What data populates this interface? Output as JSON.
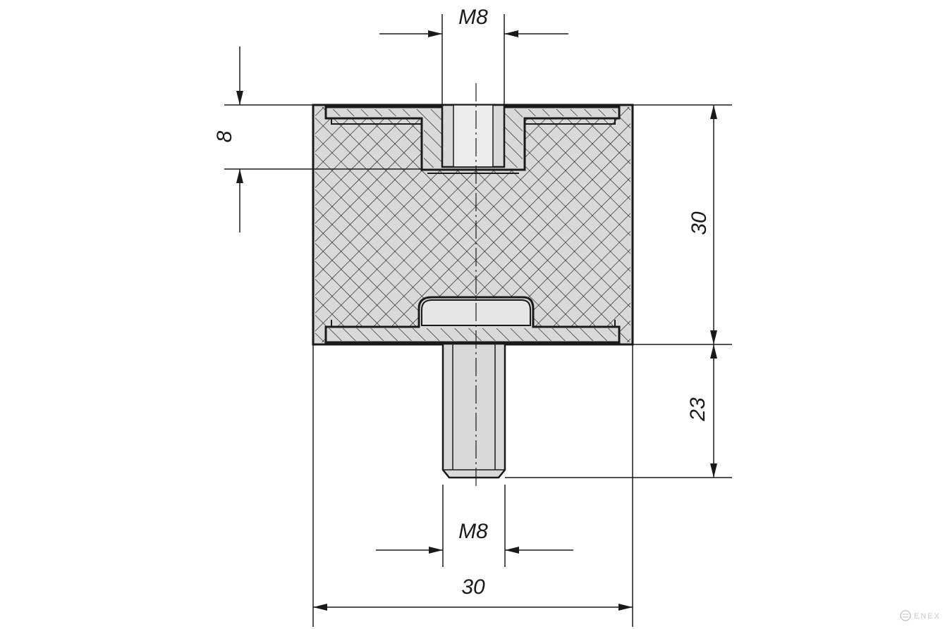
{
  "drawing": {
    "labels": {
      "top_thread": "M8",
      "bottom_thread": "M8",
      "top_thread_depth": "8",
      "body_height": "30",
      "stud_length": "23",
      "body_width": "30"
    },
    "watermark": "ENEX"
  },
  "colors": {
    "line": "#1a1a1a",
    "fill": "#d9d9d9",
    "background": "#ffffff",
    "watermark": "#c9c9c9"
  }
}
